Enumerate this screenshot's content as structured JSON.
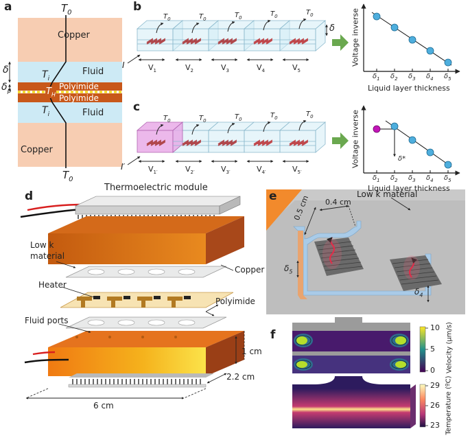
{
  "panels": {
    "a": {
      "letter": "a",
      "t0_top": "T",
      "t0_bottom": "T",
      "t0_sub": "0",
      "copper_top": "Copper",
      "copper_bottom": "Copper",
      "fluid_top": "Fluid",
      "fluid_bottom": "Fluid",
      "polyimide_top": "Polyimide",
      "polyimide_bottom": "Polyimide",
      "ti": "T",
      "ti_sub": "i",
      "th": "T",
      "th_sub": "H",
      "delta": "δ",
      "delta_p": "δ",
      "delta_p_sub": "p"
    },
    "b": {
      "letter": "b",
      "t0": "T",
      "t0_sub": "0",
      "delta": "δ",
      "current": "I",
      "voltages": [
        "V",
        "V",
        "V",
        "V",
        "V"
      ],
      "voltage_subs": [
        "1",
        "2",
        "3",
        "4",
        "5"
      ],
      "ylabel": "Voltage inverse",
      "xlabel": "Liquid layer thickness",
      "xticks": [
        "δ",
        "δ",
        "δ",
        "δ",
        "δ"
      ],
      "xtick_subs": [
        "1",
        "2",
        "3",
        "4",
        "5"
      ]
    },
    "c": {
      "letter": "c",
      "t0": "T",
      "t0_sub": "0",
      "current": "I′",
      "voltages": [
        "V",
        "V",
        "V",
        "V",
        "V"
      ],
      "voltage_subs": [
        "1′",
        "2′",
        "3′",
        "4′",
        "5′"
      ],
      "ylabel": "Voltage inverse",
      "xlabel": "Liquid layer thickness",
      "xticks": [
        "δ",
        "δ",
        "δ",
        "δ",
        "δ"
      ],
      "xtick_subs": [
        "1",
        "2",
        "3",
        "4",
        "5"
      ],
      "delta_star": "δ*"
    },
    "d": {
      "letter": "d",
      "thermoelectric": "Thermoelectric module",
      "lowk": "Low k",
      "material": "material",
      "copper": "Copper",
      "heater": "Heater",
      "polyimide": "Polyimide",
      "fluid_ports": "Fluid ports",
      "dim_height": "1 cm",
      "dim_width": "6 cm",
      "dim_depth": "2.2 cm"
    },
    "e": {
      "letter": "e",
      "lowk_material": "Low k material",
      "dim_a": "0.5 cm",
      "dim_b": "0.4 cm",
      "delta5": "δ",
      "delta5_sub": "5",
      "delta4": "δ",
      "delta4_sub": "4"
    },
    "f": {
      "letter": "f",
      "vel_label": "Velocity (μm/s)",
      "vel_ticks": [
        "10",
        "5",
        "0"
      ],
      "temp_label": "Temperature (ºC)",
      "temp_ticks": [
        "29",
        "26",
        "23"
      ]
    }
  },
  "colors": {
    "copper": "#f7cdb2",
    "fluid": "#cdeaf5",
    "polyimide": "#c8581a",
    "arrow_green": "#6aa84f",
    "dot_blue": "#4eaedd",
    "dot_magenta": "#c215b8"
  }
}
